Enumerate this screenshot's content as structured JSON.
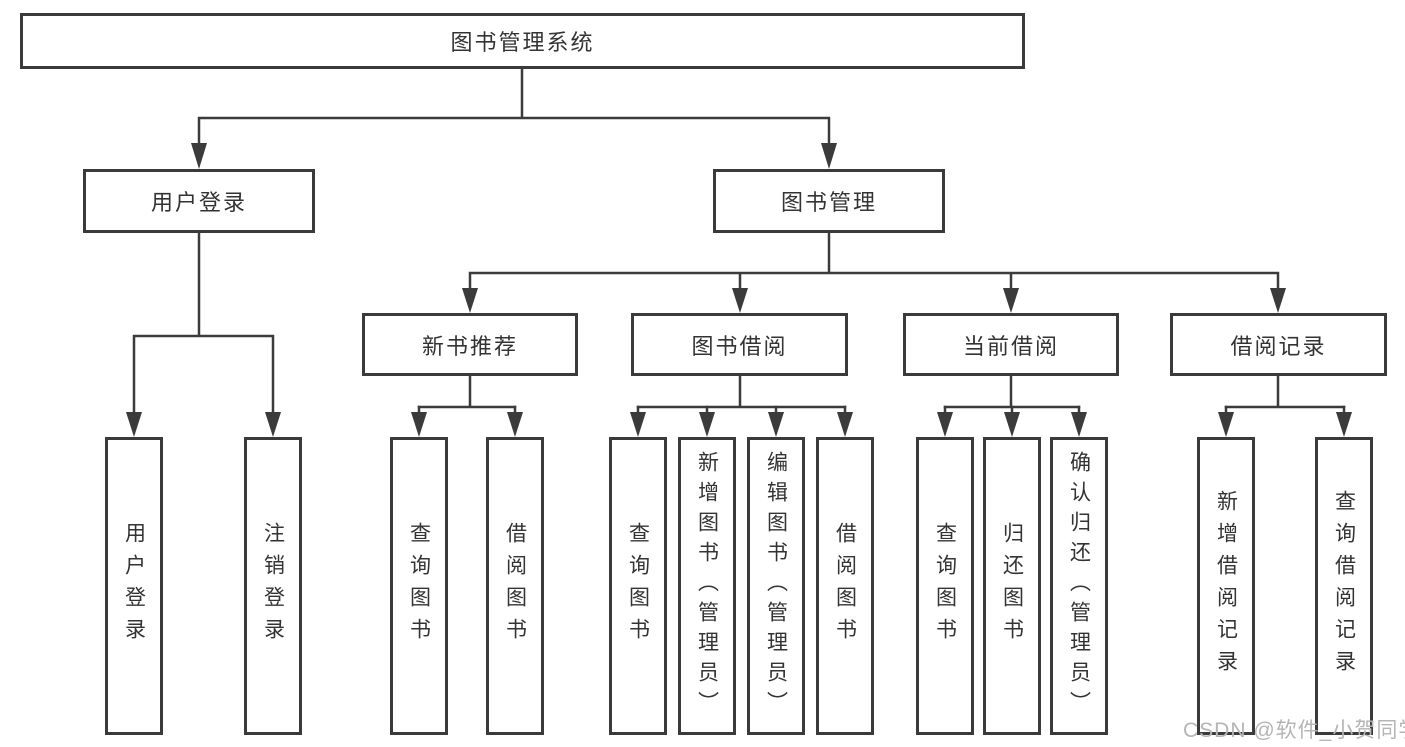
{
  "diagram": {
    "type": "hierarchy-tree",
    "title": "图书管理系统",
    "watermark": "CSDN @软件_小贺同学",
    "colors": {
      "line": "#3b3b3b",
      "box_border": "#3a3a3a",
      "text": "#333333",
      "background": "#ffffff",
      "watermark": "#b5b5b5"
    },
    "nodes": {
      "root": {
        "label": "图书管理系统"
      },
      "level2": [
        {
          "label": "用户登录",
          "parent": "图书管理系统"
        },
        {
          "label": "图书管理",
          "parent": "图书管理系统"
        }
      ],
      "level3": [
        {
          "label": "新书推荐",
          "parent": "图书管理"
        },
        {
          "label": "图书借阅",
          "parent": "图书管理"
        },
        {
          "label": "当前借阅",
          "parent": "图书管理"
        },
        {
          "label": "借阅记录",
          "parent": "图书管理"
        }
      ],
      "leaves": [
        {
          "label": "用户登录",
          "parent": "用户登录"
        },
        {
          "label": "注销登录",
          "parent": "用户登录"
        },
        {
          "label": "查询图书",
          "parent": "新书推荐"
        },
        {
          "label": "借阅图书",
          "parent": "新书推荐"
        },
        {
          "label": "查询图书",
          "parent": "图书借阅"
        },
        {
          "label": "新增图书（管理员）",
          "parent": "图书借阅"
        },
        {
          "label": "编辑图书（管理员）",
          "parent": "图书借阅"
        },
        {
          "label": "借阅图书",
          "parent": "图书借阅"
        },
        {
          "label": "查询图书",
          "parent": "当前借阅"
        },
        {
          "label": "归还图书",
          "parent": "当前借阅"
        },
        {
          "label": "确认归还（管理员）",
          "parent": "当前借阅"
        },
        {
          "label": "新增借阅记录",
          "parent": "借阅记录"
        },
        {
          "label": "查询借阅记录",
          "parent": "借阅记录"
        }
      ]
    }
  }
}
